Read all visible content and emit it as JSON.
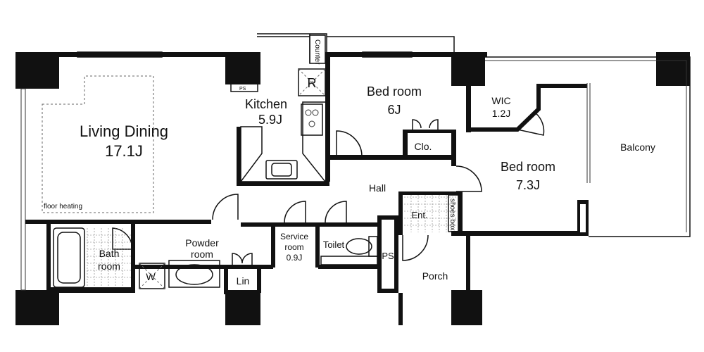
{
  "rooms": {
    "living": {
      "name": "Living Dining",
      "size": "17.1J"
    },
    "floor_heating": "floor heating",
    "kitchen": {
      "name": "Kitchen",
      "size": "5.9J"
    },
    "counter": "Counter",
    "refrigerator": "R",
    "ps_small": "PS",
    "bedroom_a": {
      "name": "Bed room",
      "size": "6J"
    },
    "closet": "Clo.",
    "wic": {
      "name": "WIC",
      "size": "1.2J"
    },
    "bedroom_b": {
      "name": "Bed room",
      "size": "7.3J"
    },
    "balcony": "Balcony",
    "hall": "Hall",
    "entrance": "Ent.",
    "shoes_box": "shoes box",
    "bath": {
      "line1": "Bath",
      "line2": "room"
    },
    "powder": {
      "line1": "Powder",
      "line2": "room"
    },
    "washer": "W",
    "linen": "Lin",
    "service": {
      "line1": "Service",
      "line2": "room",
      "size": "0.9J"
    },
    "toilet": "Toilet",
    "ps": "PS",
    "porch": "Porch"
  }
}
